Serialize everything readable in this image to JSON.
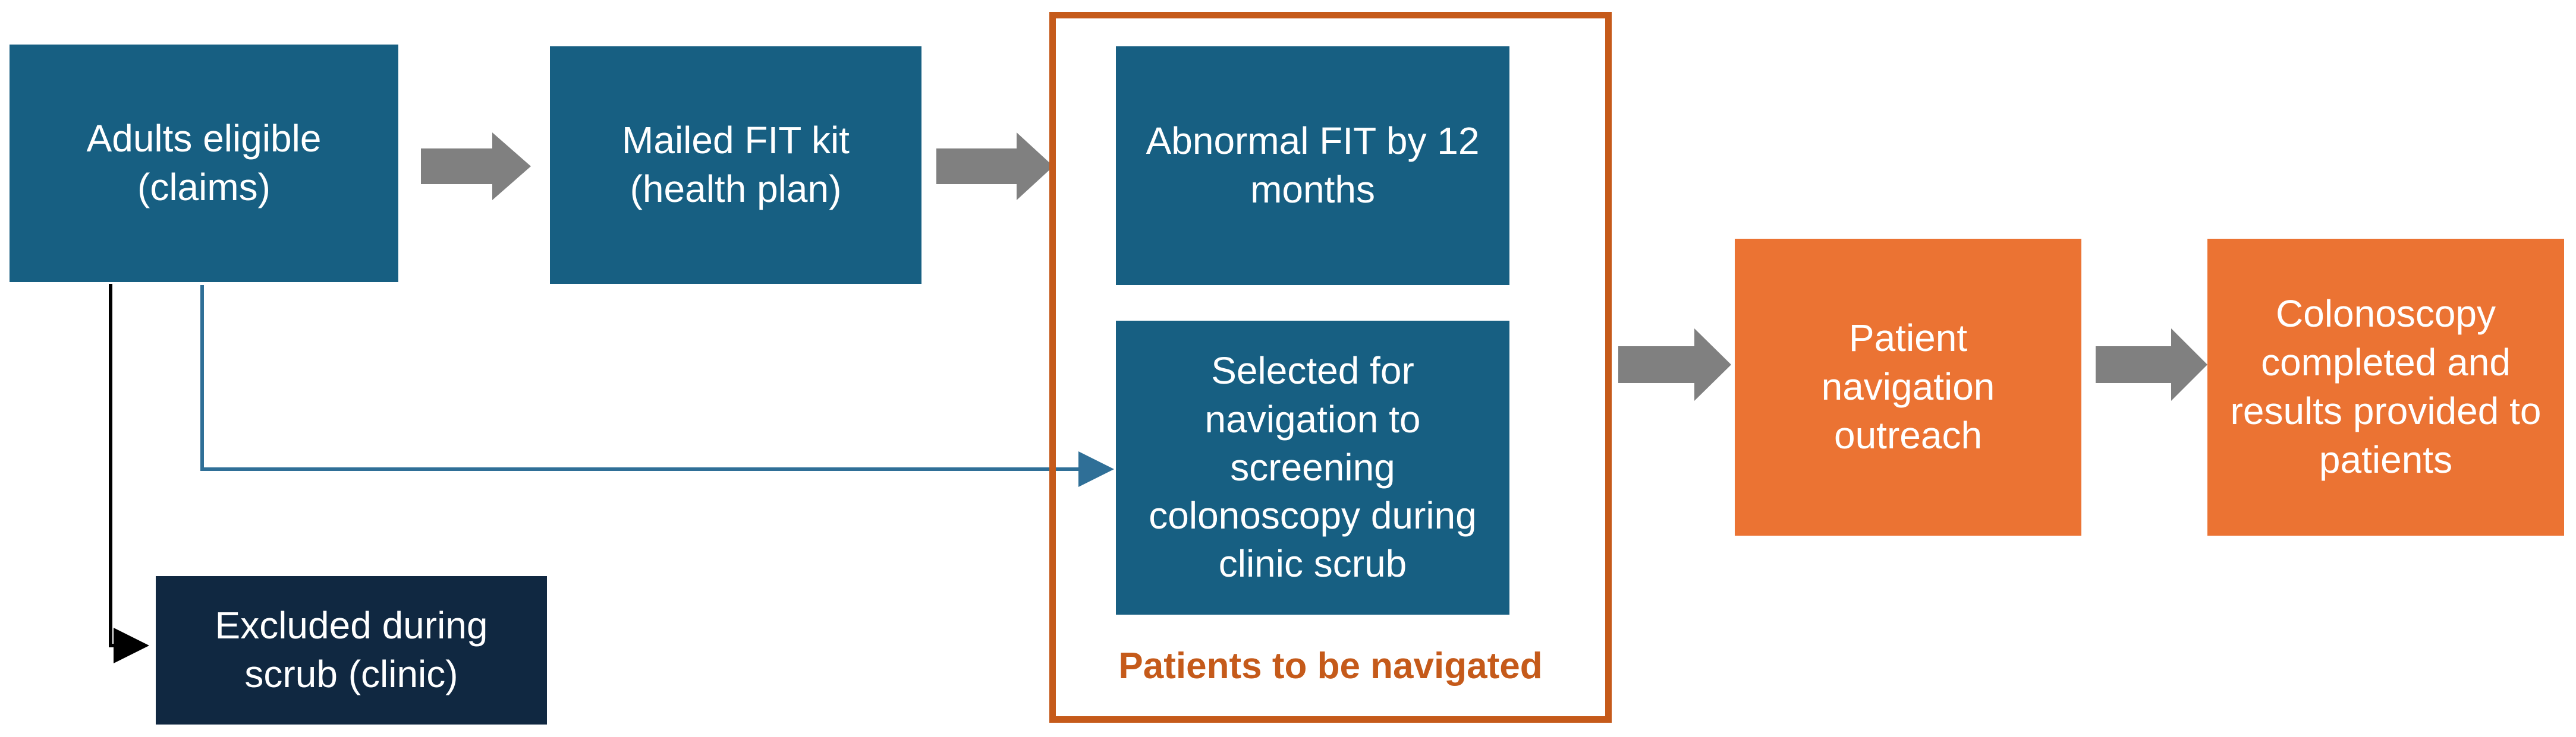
{
  "diagram": {
    "nodes": {
      "adults_eligible": "Adults eligible (claims)",
      "mailed_fit": "Mailed FIT kit (health plan)",
      "abnormal_fit": "Abnormal FIT by 12 months",
      "selected_navigation": "Selected for navigation to screening colonoscopy during clinic scrub",
      "excluded_scrub": "Excluded during scrub (clinic)",
      "patient_navigation": "Patient navigation outreach",
      "colonoscopy_completed": "Colonoscopy completed and results provided to patients"
    },
    "group_label": "Patients to be navigated",
    "edges": [
      {
        "from": "adults_eligible",
        "to": "mailed_fit",
        "style": "block-arrow"
      },
      {
        "from": "mailed_fit",
        "to": "patients_to_be_navigated",
        "style": "block-arrow"
      },
      {
        "from": "adults_eligible",
        "to": "selected_navigation",
        "style": "line-arrow"
      },
      {
        "from": "adults_eligible",
        "to": "excluded_scrub",
        "style": "line-arrow"
      },
      {
        "from": "patients_to_be_navigated",
        "to": "patient_navigation",
        "style": "block-arrow"
      },
      {
        "from": "patient_navigation",
        "to": "colonoscopy_completed",
        "style": "block-arrow"
      }
    ],
    "colors": {
      "primary_blue": "#175f82",
      "navy": "#102841",
      "orange": "#eb7333",
      "group_border": "#c55a1a",
      "arrow_gray": "#808080",
      "line_blue": "#2f6f97",
      "line_black": "#000000"
    }
  }
}
